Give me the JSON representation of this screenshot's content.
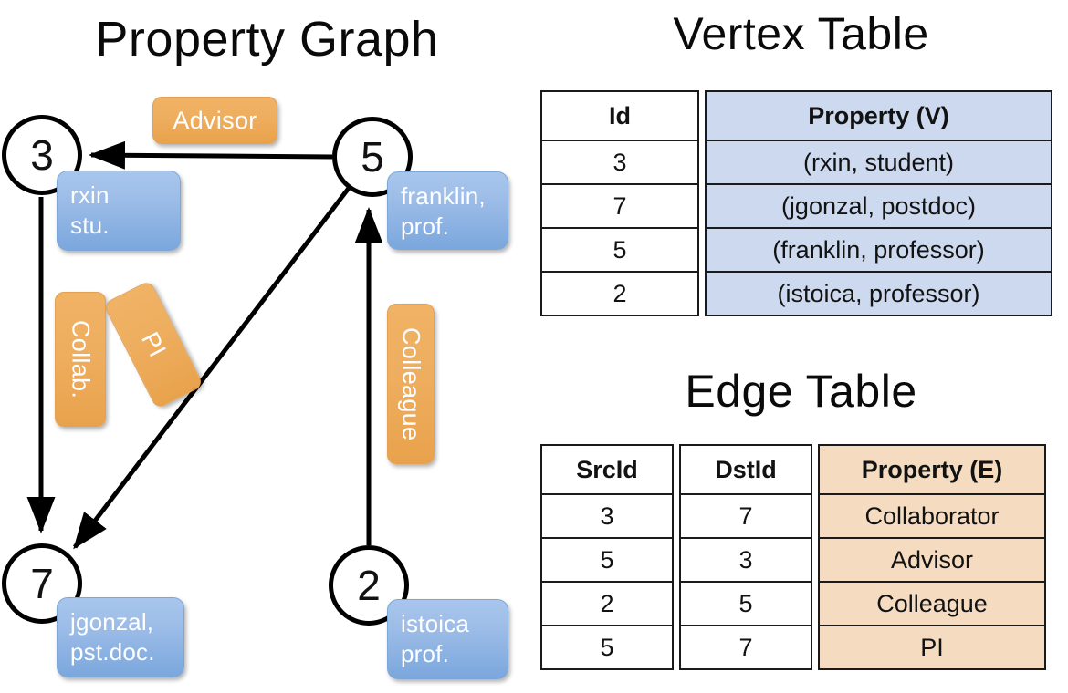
{
  "titles": {
    "property_graph": "Property Graph",
    "vertex_table": "Vertex Table",
    "edge_table": "Edge Table"
  },
  "graph": {
    "vertices": [
      {
        "id": "3",
        "property_label": "rxin\nstu."
      },
      {
        "id": "5",
        "property_label": "franklin,\nprof."
      },
      {
        "id": "7",
        "property_label": "jgonzal,\npst.doc."
      },
      {
        "id": "2",
        "property_label": "istoica\nprof."
      }
    ],
    "vertex_labels": {
      "v3_line1": "rxin",
      "v3_line2": "stu.",
      "v5_line1": "franklin,",
      "v5_line2": "prof.",
      "v7_line1": "jgonzal,",
      "v7_line2": "pst.doc.",
      "v2_line1": "istoica",
      "v2_line2": "prof."
    },
    "vertex_ids": {
      "three": "3",
      "five": "5",
      "seven": "7",
      "two": "2"
    },
    "edge_labels": {
      "advisor": "Advisor",
      "collab": "Collab.",
      "pi": "PI",
      "colleague": "Colleague"
    },
    "edges": [
      {
        "from": "5",
        "to": "3",
        "label": "Advisor"
      },
      {
        "from": "3",
        "to": "7",
        "label": "Collab."
      },
      {
        "from": "5",
        "to": "7",
        "label": "PI"
      },
      {
        "from": "2",
        "to": "5",
        "label": "Colleague"
      }
    ]
  },
  "vertex_table": {
    "headers": [
      "Id",
      "Property (V)"
    ],
    "rows": [
      {
        "id": "3",
        "property": "(rxin, student)"
      },
      {
        "id": "7",
        "property": "(jgonzal, postdoc)"
      },
      {
        "id": "5",
        "property": "(franklin, professor)"
      },
      {
        "id": "2",
        "property": "(istoica, professor)"
      }
    ]
  },
  "edge_table": {
    "headers": [
      "SrcId",
      "DstId",
      "Property (E)"
    ],
    "rows": [
      {
        "src": "3",
        "dst": "7",
        "property": "Collaborator"
      },
      {
        "src": "5",
        "dst": "3",
        "property": "Advisor"
      },
      {
        "src": "2",
        "dst": "5",
        "property": "Colleague"
      },
      {
        "src": "5",
        "dst": "7",
        "property": "PI"
      }
    ]
  },
  "colors": {
    "vertex_property_blue": "#9dbde8",
    "edge_property_orange": "#eeae5f",
    "vertex_table_header_fill": "#ccd9ee",
    "edge_table_header_fill": "#f5dcc1",
    "stroke": "#000000"
  }
}
